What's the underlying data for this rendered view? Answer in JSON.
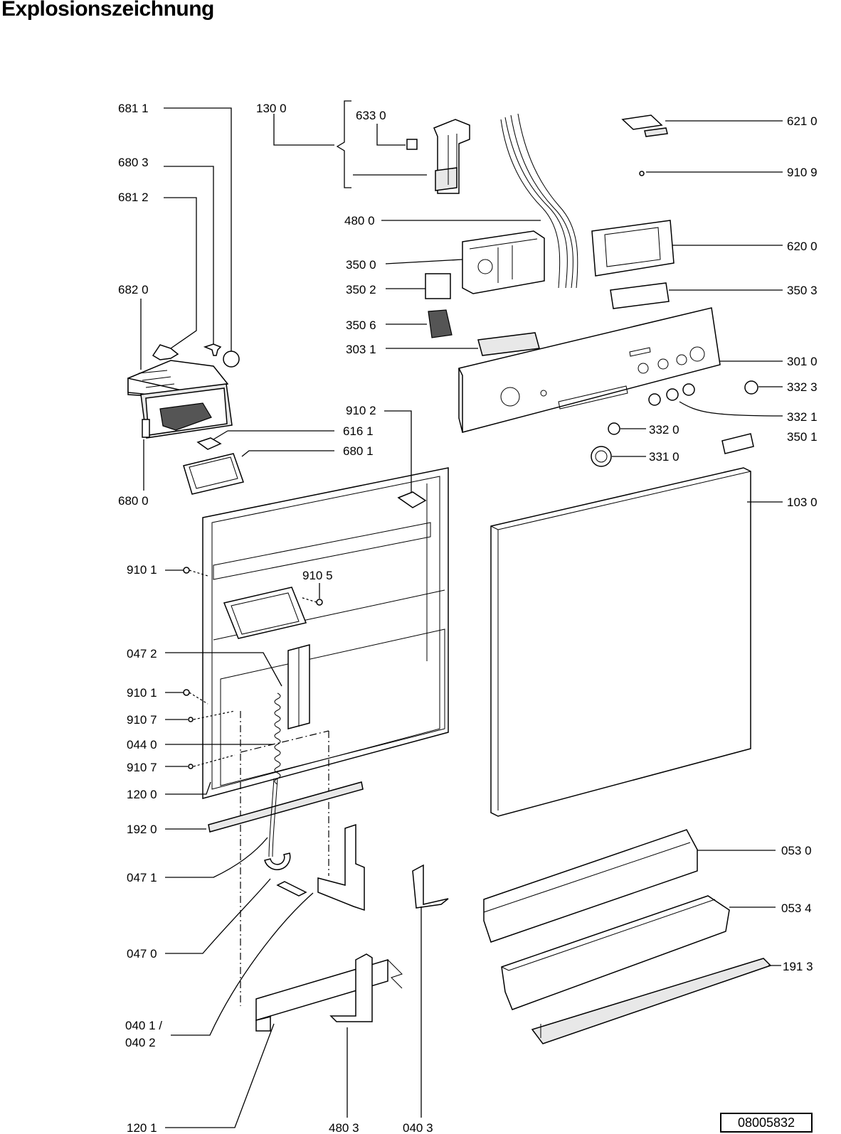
{
  "title": "Explosionszeichnung",
  "reference_number": "08005832",
  "parts": {
    "p6811": "681 1",
    "p1300": "130 0",
    "p6330": "633 0",
    "p6210": "621 0",
    "p6803": "680 3",
    "p9109": "910 9",
    "p6812": "681 2",
    "p4800": "480 0",
    "p6200": "620 0",
    "p3500": "350 0",
    "p3502": "350 2",
    "p3503": "350 3",
    "p6820": "682 0",
    "p3506": "350 6",
    "p3031": "303 1",
    "p3010": "301 0",
    "p3323": "332 3",
    "p9102": "910 2",
    "p3321": "332 1",
    "p6161": "616 1",
    "p3320": "332 0",
    "p3501": "350 1",
    "p6801": "680 1",
    "p3310": "331 0",
    "p6800": "680 0",
    "p1030": "103 0",
    "p9101a": "910 1",
    "p9105": "910 5",
    "p0472": "047 2",
    "p9101b": "910 1",
    "p9107a": "910 7",
    "p0440": "044 0",
    "p9107b": "910 7",
    "p1200": "120 0",
    "p1920": "192 0",
    "p0530": "053 0",
    "p0471": "047 1",
    "p0534": "053 4",
    "p0470": "047 0",
    "p1913": "191 3",
    "p0401": "040 1 /",
    "p0402": "040 2",
    "p1201": "120 1",
    "p4803": "480 3",
    "p0403": "040 3"
  }
}
